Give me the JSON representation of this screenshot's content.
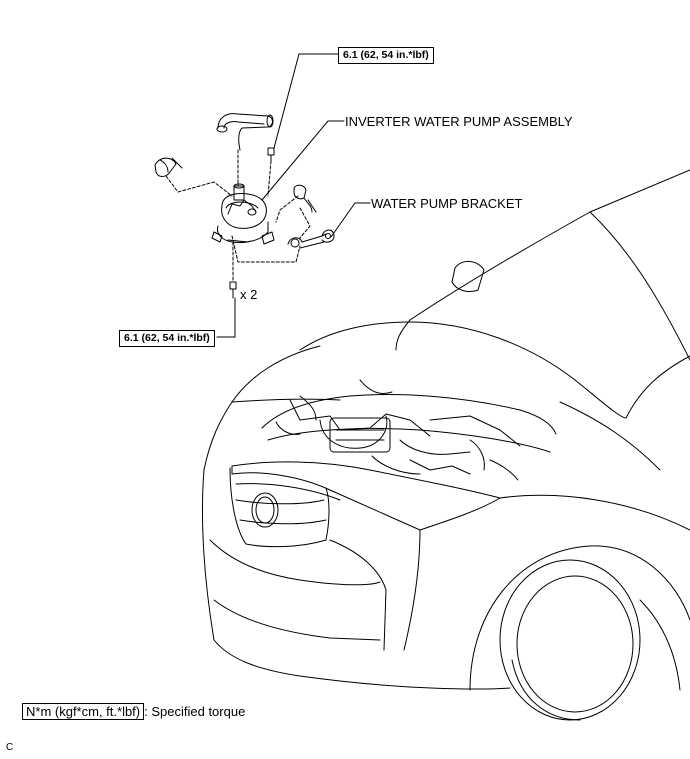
{
  "callouts": {
    "pump_label": "INVERTER WATER PUMP ASSEMBLY",
    "bracket_label": "WATER PUMP BRACKET",
    "quantity_label": "x 2"
  },
  "torque": {
    "top": "6.1 (62, 54 in.*lbf)",
    "bottom": "6.1 (62, 54 in.*lbf)"
  },
  "legend": {
    "box_text": "N*m (kgf*cm, ft.*lbf)",
    "description": ": Specified torque"
  },
  "footer": {
    "code": "C"
  }
}
